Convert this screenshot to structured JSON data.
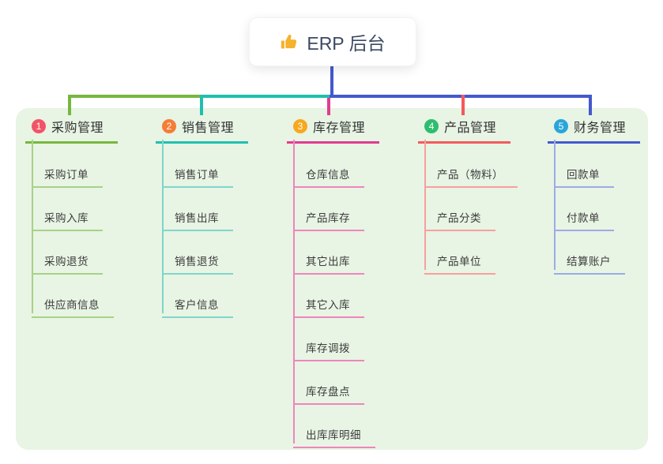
{
  "root": {
    "label": "ERP 后台",
    "icon": "thumbs-up-icon",
    "icon_color": "#f5b22e",
    "text_color": "#3b4a62"
  },
  "canvas": {
    "panel_bg": "#e8f4e4",
    "page_bg": "#ffffff",
    "trunk_color": "#4459ce"
  },
  "branches": [
    {
      "number": "1",
      "label": "采购管理",
      "line_color": "#76b73e",
      "child_line_color": "#a6d387",
      "badge_color": "#f25467",
      "children": [
        "采购订单",
        "采购入库",
        "采购退货",
        "供应商信息"
      ]
    },
    {
      "number": "2",
      "label": "销售管理",
      "line_color": "#1fbfad",
      "child_line_color": "#7fd6cb",
      "badge_color": "#f57d36",
      "children": [
        "销售订单",
        "销售出库",
        "销售退货",
        "客户信息"
      ]
    },
    {
      "number": "3",
      "label": "库存管理",
      "line_color": "#e03c90",
      "child_line_color": "#ee86bd",
      "badge_color": "#f7a81f",
      "children": [
        "仓库信息",
        "产品库存",
        "其它出库",
        "其它入库",
        "库存调拨",
        "库存盘点",
        "出库库明细"
      ]
    },
    {
      "number": "4",
      "label": "产品管理",
      "line_color": "#f25a5c",
      "child_line_color": "#f7a09e",
      "badge_color": "#2dbd6f",
      "children": [
        "产品（物料）",
        "产品分类",
        "产品单位"
      ]
    },
    {
      "number": "5",
      "label": "财务管理",
      "line_color": "#4459ce",
      "child_line_color": "#9bace4",
      "badge_color": "#2aa5da",
      "children": [
        "回款单",
        "付款单",
        "结算账户"
      ]
    }
  ]
}
